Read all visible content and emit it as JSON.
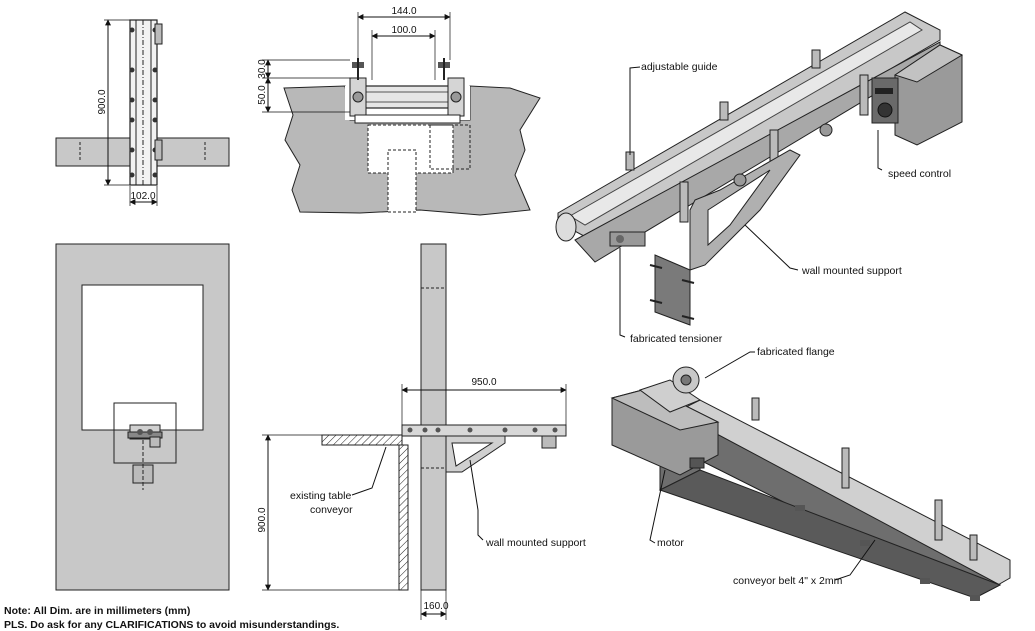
{
  "dimensions": {
    "front_height": "900.0",
    "front_width": "102.0",
    "section_overall": "144.0",
    "section_inner": "100.0",
    "section_guide": "30.0",
    "section_depth": "50.0",
    "side_length": "950.0",
    "side_height": "900.0",
    "side_wall": "160.0"
  },
  "callouts": {
    "adjustable_guide": "adjustable guide",
    "speed_control": "speed control",
    "wall_mounted_support_iso": "wall mounted support",
    "fabricated_tensioner": "fabricated tensioner",
    "fabricated_flange": "fabricated flange",
    "motor": "motor",
    "conveyor_belt": "conveyor belt 4\" x 2mm",
    "existing_table_line1": "existing table",
    "existing_table_line2": "conveyor",
    "wall_mounted_support_side": "wall mounted support"
  },
  "notes": {
    "line1": "Note: All Dim. are in millimeters (mm)",
    "line2": "PLS. Do ask for any CLARIFICATIONS to avoid misunderstandings."
  },
  "colors": {
    "wall_fill": "#c8c8c8",
    "metal_fill": "#bdbdbd",
    "metal_dark": "#7a7a7a",
    "belt_dark": "#6e6e6e",
    "line": "#111111"
  }
}
